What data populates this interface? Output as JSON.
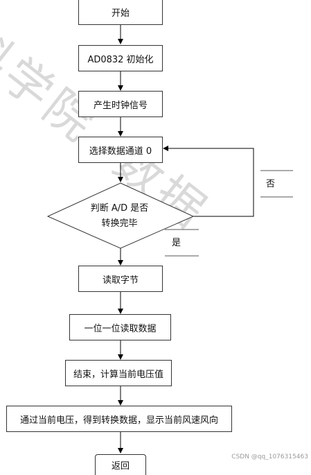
{
  "watermark": "科学院  数据",
  "nodes": {
    "start": "开始",
    "init": "AD0832 初始化",
    "clock": "产生时钟信号",
    "select": "选择数据通道 0",
    "decision_line1": "判断 A/D 是否",
    "decision_line2": "转换完毕",
    "read_byte": "读取字节",
    "read_bits": "一位一位读取数据",
    "compute": "结束，计算当前电压值",
    "convert": "通过当前电压，得到转换数据，显示当前风速风向",
    "return": "返回"
  },
  "edge_labels": {
    "no": "否",
    "yes": "是"
  },
  "credit": "CSDN @qq_1076315463"
}
